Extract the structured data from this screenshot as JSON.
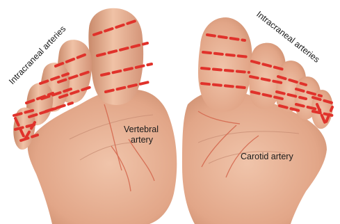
{
  "labels": {
    "left_top": "Intracraneal arteries",
    "right_top": "Intracraneal arteries",
    "vertebral_line1": "Vertebral",
    "vertebral_line2": "artery",
    "carotid": "Carotid artery"
  },
  "colors": {
    "skin": "#e3a98c",
    "skin_light": "#eebfa4",
    "skin_shadow": "#c88a6c",
    "dashes": "#e0322b",
    "text": "#1a1a1a"
  }
}
